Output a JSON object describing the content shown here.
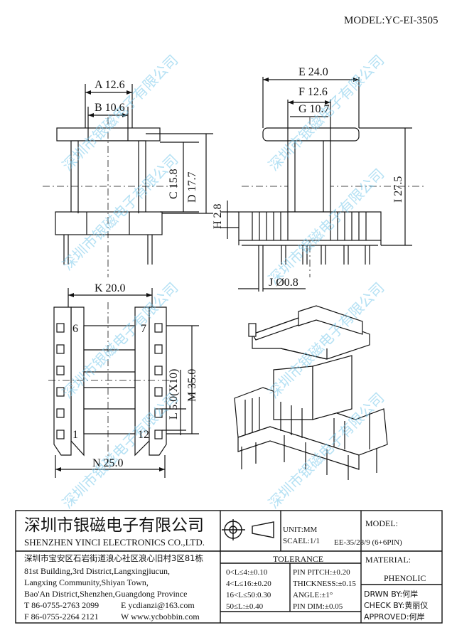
{
  "model_header": "MODEL:YC-EI-3505",
  "dims": {
    "A": "A 12.6",
    "B": "B 10.6",
    "C": "C 15.8",
    "D": "D 17.7",
    "E": "E 24.0",
    "F": "F 12.6",
    "G": "G 10.7",
    "H": "H 2.8",
    "I": "I 27.5",
    "J": "J Ø0.8",
    "K": "K 20.0",
    "L": "L 5.0(X10)",
    "M": "M 35.0",
    "N": "N 25.0"
  },
  "pins": {
    "p6": "6",
    "p7": "7",
    "p1": "1",
    "p12": "12"
  },
  "watermark": "深圳市银磁电子有限公司",
  "company": {
    "name_cn": "深圳市银磁电子有限公司",
    "name_en": "SHENZHEN YINCI ELECTRONICS CO.,LTD.",
    "addr_cn": "深圳市宝安区石岩街道浪心社区浪心旧村3区81栋",
    "addr1": "81st Building,3rd District,Langxingjiucun,",
    "addr2": "Langxing Community,Shiyan Town,",
    "addr3": "Bao'An District,Shenzhen,Guangdong Province",
    "tel": "T 86-0755-2763 2099",
    "email": "E ycdianzi@163.com",
    "fax": "F 86-0755-2264 2121",
    "web": "W www.ycbobbin.com"
  },
  "unit": "UNIT:MM",
  "scale": "SCAEL:1/1",
  "model_label": "MODEL:",
  "model_value": "EE-35/28/9 (6+6PIN)",
  "tolerance": {
    "title": "TOLERANCE",
    "rows": [
      "0<L≤4:±0.10",
      "4<L≤16:±0.20",
      "16<L≤50:0.30",
      "50≤L:±0.40"
    ],
    "rows2": [
      "PIN PITCH:±0.20",
      "THICKNESS:±0.15",
      "ANGLE:±1°",
      "PIN DIM:±0.05"
    ]
  },
  "material_label": "MATERIAL:",
  "material_value": "PHENOLIC",
  "drawn_by": "DRWN BY:何岸",
  "check_by": "CHECK BY:黄丽仪",
  "approved": "APPROVED:何岸"
}
